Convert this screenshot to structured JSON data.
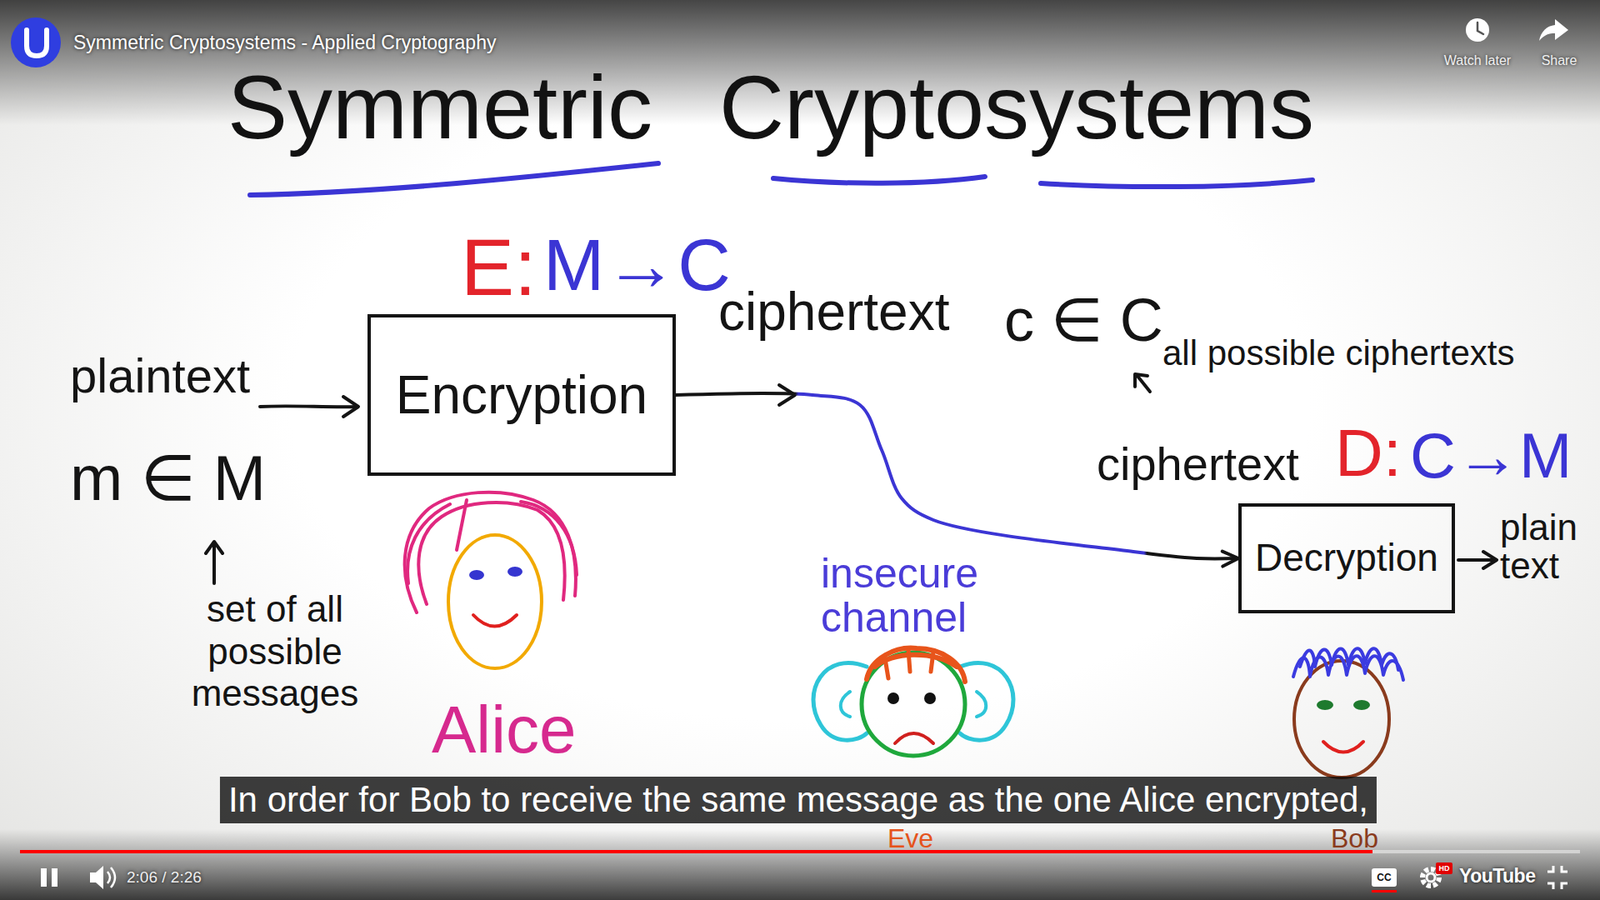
{
  "diagram": {
    "title": "Symmetric Cryptosystems",
    "nodes": [
      {
        "text": [
          "Encryption"
        ]
      },
      {
        "text": [
          "Decryption"
        ]
      }
    ],
    "edges": [
      {
        "from": 0,
        "to": 1,
        "arrow": "to",
        "label": "insecure channel"
      }
    ],
    "labels": [
      "Symmetric Cryptosystems - Applied Cryptography",
      "Watch later",
      "Share",
      "E:",
      "M→C",
      "plaintext",
      "m ∈ M",
      "set of all possible messages",
      "Alice",
      "ciphertext",
      "c ∈ C",
      "all possible ciphertexts",
      "ciphertext",
      "D:",
      "C→M",
      "plain text",
      "Eve",
      "Bob",
      "In order for Bob to receive the same message as the one Alice encrypted,",
      "2:06 / 2:26",
      "CC",
      "HD",
      "YouTube"
    ]
  }
}
